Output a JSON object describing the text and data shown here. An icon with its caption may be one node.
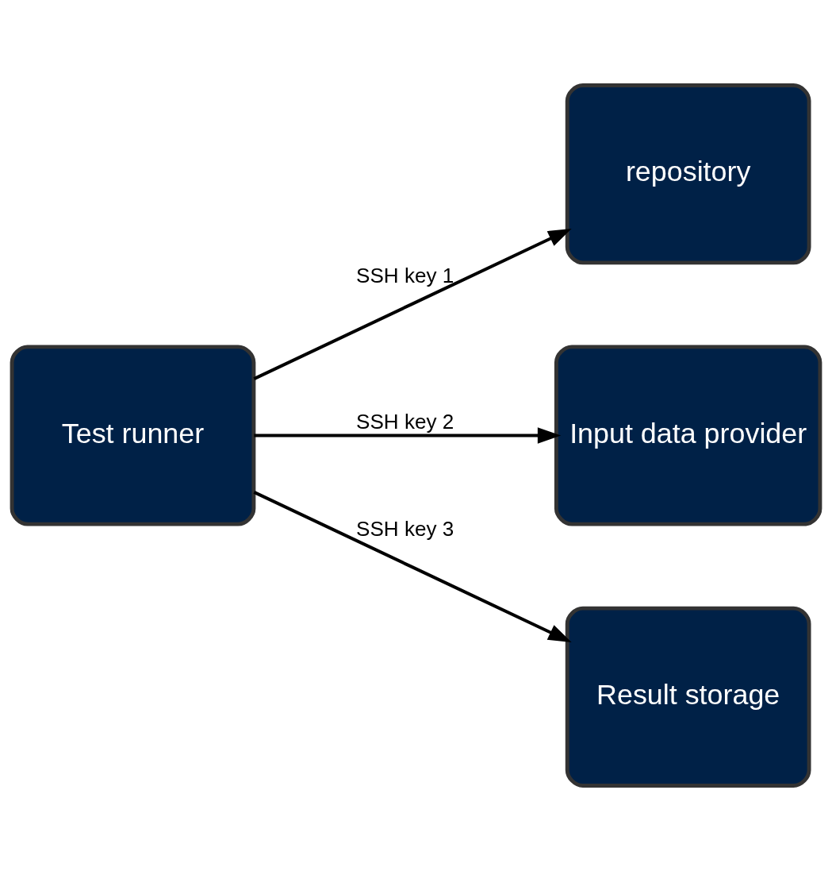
{
  "diagram": {
    "nodes": [
      {
        "text": [
          "Test runner"
        ]
      },
      {
        "text": [
          "repository"
        ]
      },
      {
        "text": [
          "Input data provider"
        ]
      },
      {
        "text": [
          "Result storage"
        ]
      }
    ],
    "edges": [
      {
        "from": 0,
        "to": 1,
        "arrow": "to",
        "label": "SSH key 1"
      },
      {
        "from": 0,
        "to": 2,
        "arrow": "to",
        "label": "SSH key 2"
      },
      {
        "from": 0,
        "to": 3,
        "arrow": "to",
        "label": "SSH key 3"
      }
    ]
  }
}
